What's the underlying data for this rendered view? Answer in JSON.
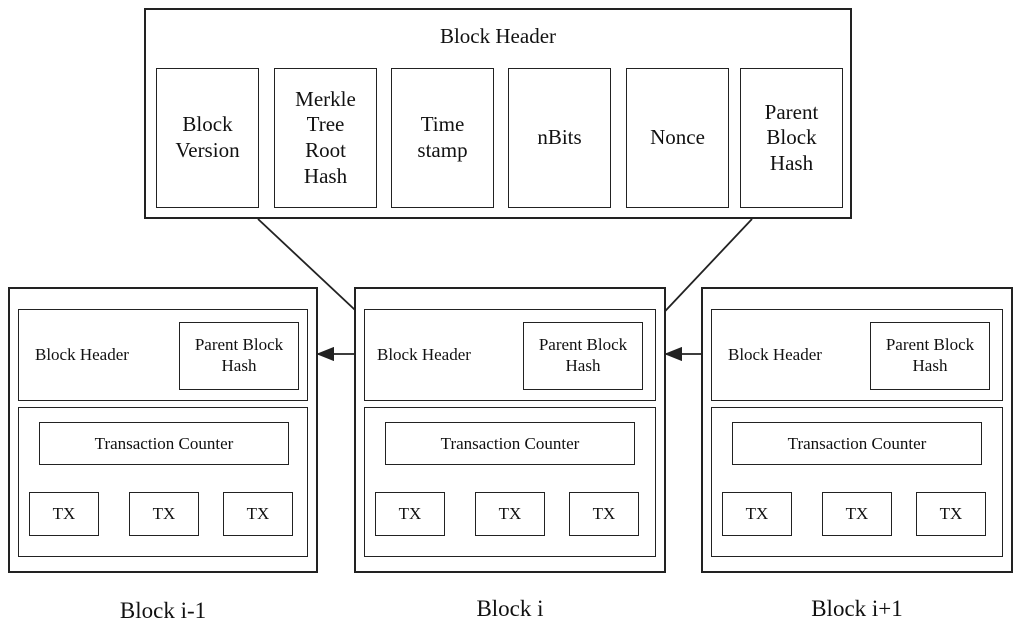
{
  "header_detail": {
    "title": "Block Header",
    "fields": [
      "Block\nVersion",
      "Merkle\nTree\nRoot\nHash",
      "Time\nstamp",
      "nBits",
      "Nonce",
      "Parent\nBlock\nHash"
    ]
  },
  "blocks": [
    {
      "caption": "Block i-1",
      "header_label": "Block Header",
      "parent_hash_label": "Parent Block\nHash",
      "counter_label": "Transaction Counter",
      "tx": [
        "TX",
        "TX",
        "TX"
      ]
    },
    {
      "caption": "Block i",
      "header_label": "Block Header",
      "parent_hash_label": "Parent Block\nHash",
      "counter_label": "Transaction Counter",
      "tx": [
        "TX",
        "TX",
        "TX"
      ]
    },
    {
      "caption": "Block i+1",
      "header_label": "Block Header",
      "parent_hash_label": "Parent Block\nHash",
      "counter_label": "Transaction Counter",
      "tx": [
        "TX",
        "TX",
        "TX"
      ]
    }
  ]
}
